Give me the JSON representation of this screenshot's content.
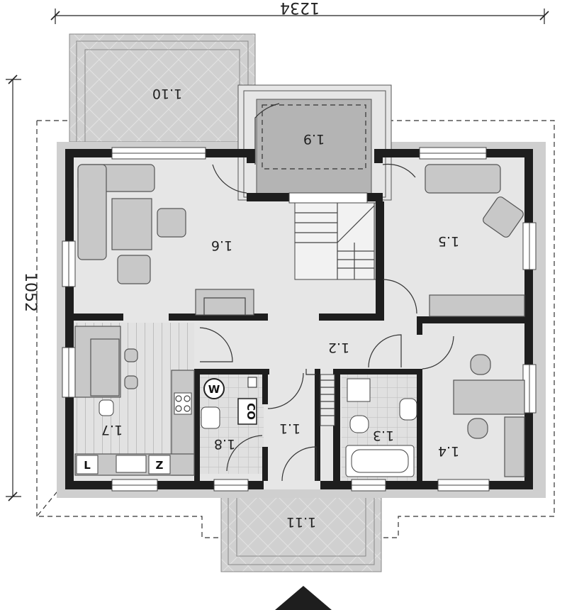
{
  "dimensions": {
    "width": "1234",
    "depth": "1052"
  },
  "rooms": [
    {
      "id": "1.1"
    },
    {
      "id": "1.2"
    },
    {
      "id": "1.3"
    },
    {
      "id": "1.4"
    },
    {
      "id": "1.5"
    },
    {
      "id": "1.6"
    },
    {
      "id": "1.7"
    },
    {
      "id": "1.8"
    },
    {
      "id": "1.9"
    },
    {
      "id": "1.10"
    },
    {
      "id": "1.11"
    }
  ],
  "fixtures": {
    "washer": "W",
    "boiler": "CO",
    "fridge": "L",
    "freezer": "Z"
  },
  "colors": {
    "wall": "#1e1e1e",
    "floor": "#e6e6e6",
    "terrace": "#d0d0d0",
    "veranda": "#b4b4b4",
    "furniture": "#c8c8c8"
  }
}
